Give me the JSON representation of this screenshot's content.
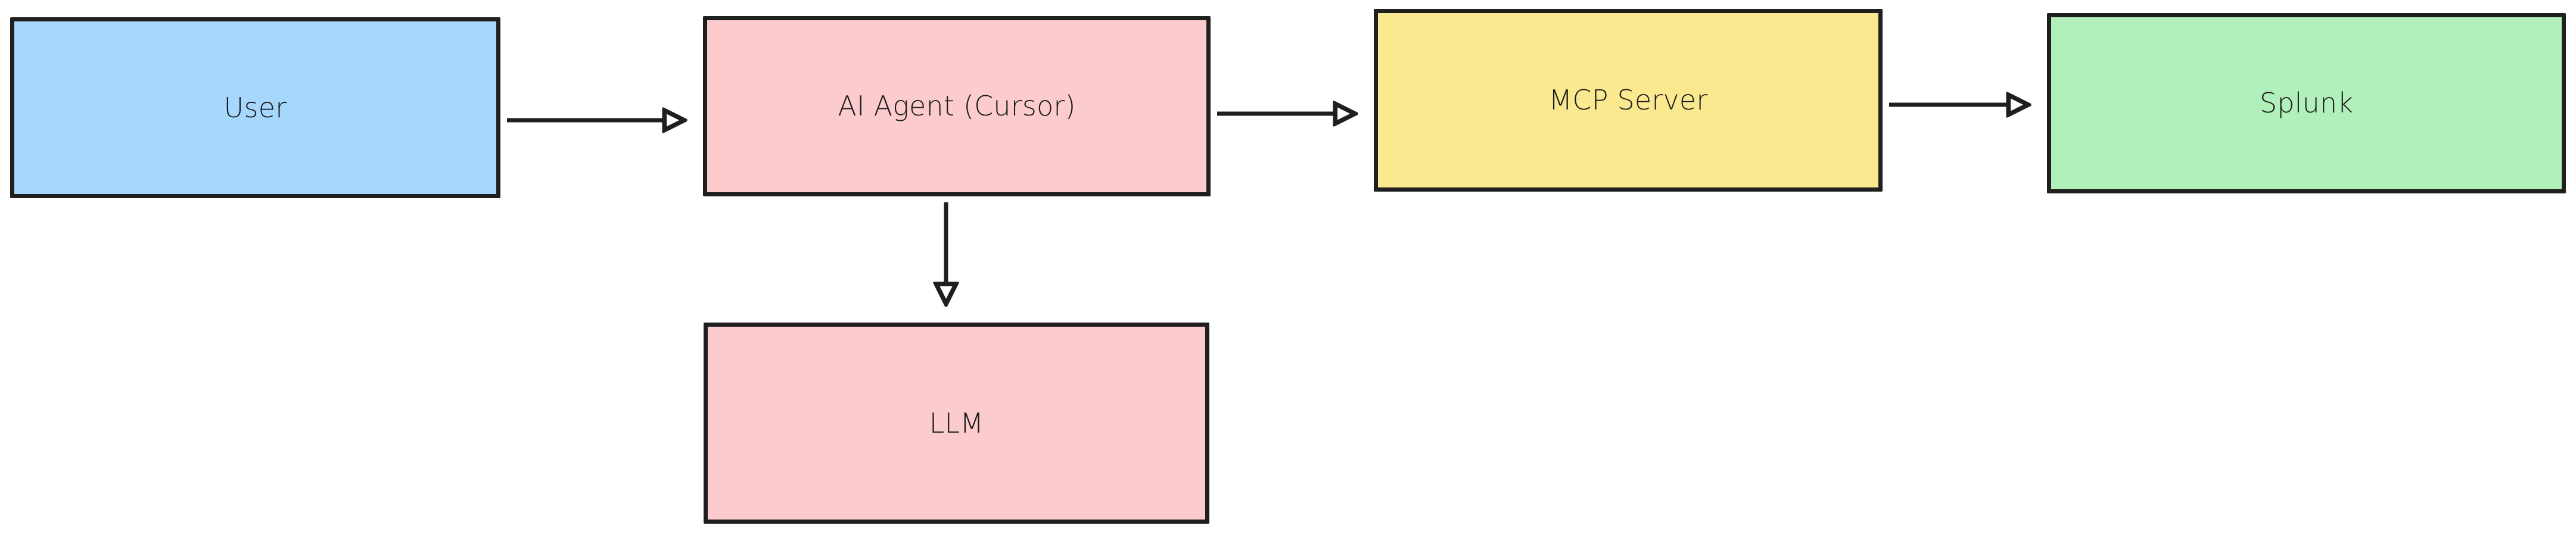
{
  "diagram": {
    "type": "flowchart",
    "direction": "left-to-right",
    "background": "#ffffff",
    "stroke_color": "#1f1f1f",
    "text_color": "#1b1b1b",
    "nodes": [
      {
        "id": "user",
        "label": "User",
        "fill": "#a6d8fd"
      },
      {
        "id": "ai_agent",
        "label": "AI Agent (Cursor)",
        "fill": "#fbcbcd"
      },
      {
        "id": "mcp",
        "label": "MCP Server",
        "fill": "#fbe990"
      },
      {
        "id": "splunk",
        "label": "Splunk",
        "fill": "#b1f0bb"
      },
      {
        "id": "llm",
        "label": "LLM",
        "fill": "#fbcbcd"
      }
    ],
    "edges": [
      {
        "id": "user-to-ai-agent",
        "from": "user",
        "to": "ai_agent",
        "label": "",
        "arrowhead": "open-triangle"
      },
      {
        "id": "ai-agent-to-mcp",
        "from": "ai_agent",
        "to": "mcp",
        "label": "",
        "arrowhead": "open-triangle"
      },
      {
        "id": "mcp-to-splunk",
        "from": "mcp",
        "to": "splunk",
        "label": "",
        "arrowhead": "open-triangle"
      },
      {
        "id": "ai-agent-to-llm",
        "from": "ai_agent",
        "to": "llm",
        "label": "",
        "arrowhead": "open-triangle"
      }
    ]
  }
}
